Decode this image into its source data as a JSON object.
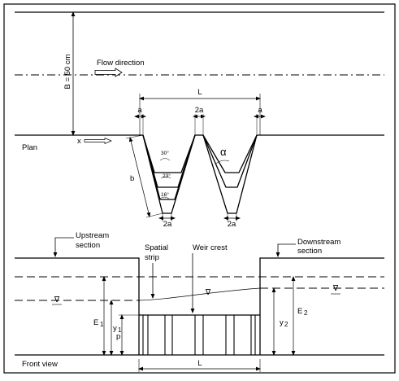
{
  "labels": {
    "width": "B = 50 cm",
    "flow_direction": "Flow direction",
    "plan": "Plan",
    "front_view": "Front view",
    "x_axis": "x",
    "length": "L",
    "length_front": "L",
    "offset_left": "a",
    "offset_right": "a",
    "apex_top": "2a",
    "apex_bottom_left": "2a",
    "apex_bottom_right": "2a",
    "side_length": "b",
    "sidewall_angle": "α",
    "angle_30": "30°",
    "angle_23": "23°",
    "angle_16": "16°",
    "upstream_section_1": "Upstream",
    "upstream_section_2": "section",
    "downstream_section_1": "Downstream",
    "downstream_section_2": "section",
    "spatial_strip_1": "Spatial",
    "spatial_strip_2": "strip",
    "weir_crest": "Weir crest",
    "energy_upstream": "E",
    "energy_upstream_sub": "1",
    "depth_upstream": "y",
    "depth_upstream_sub": "1",
    "weir_height": "p",
    "depth_downstream": "y",
    "depth_downstream_sub": "2",
    "energy_downstream": "E",
    "energy_downstream_sub": "2",
    "water_surface_symbol": "∇"
  }
}
